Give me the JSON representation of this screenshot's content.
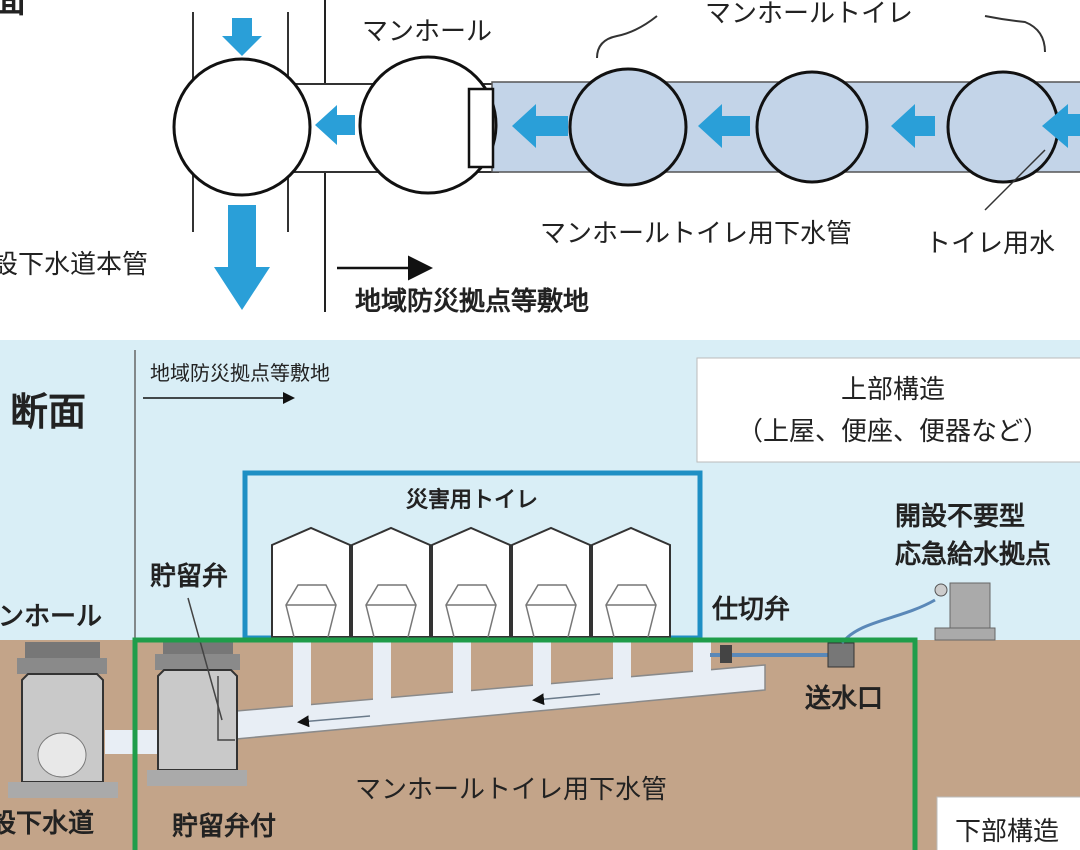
{
  "plan": {
    "title": "面",
    "manhole_label": "マンホール",
    "toilet_group_label": "マンホールトイレ",
    "pipe_label": "マンホールトイレ用下水管",
    "water_label": "トイレ用水",
    "main_sewer_label": "設下水道本管",
    "site_label": "地域防災拠点等敷地"
  },
  "section": {
    "title": "断面",
    "site_label": "地域防災拠点等敷地",
    "upper_structure": {
      "title": "上部構造",
      "detail": "（上屋、便座、便器など）"
    },
    "toilet_label": "災害用トイレ",
    "valve_label": "貯留弁",
    "water_point": {
      "line1": "開設不要型",
      "line2": "応急給水拠点"
    },
    "gate_valve_label": "仕切弁",
    "manhole_label": "ンホール",
    "inlet_label": "送水口",
    "pipe_label": "マンホールトイレ用下水管",
    "sewer_label": "設下水道",
    "storage_manhole_label": "貯留弁付",
    "lower_structure": "下部構造"
  },
  "colors": {
    "arrow": "#2a9fd8",
    "pipe_band": "#c3d4e8",
    "sky": "#d9eef6",
    "ground": "#c3a489",
    "toilet_box": "#1e8fc4",
    "lower_box": "#1f9d4a"
  }
}
